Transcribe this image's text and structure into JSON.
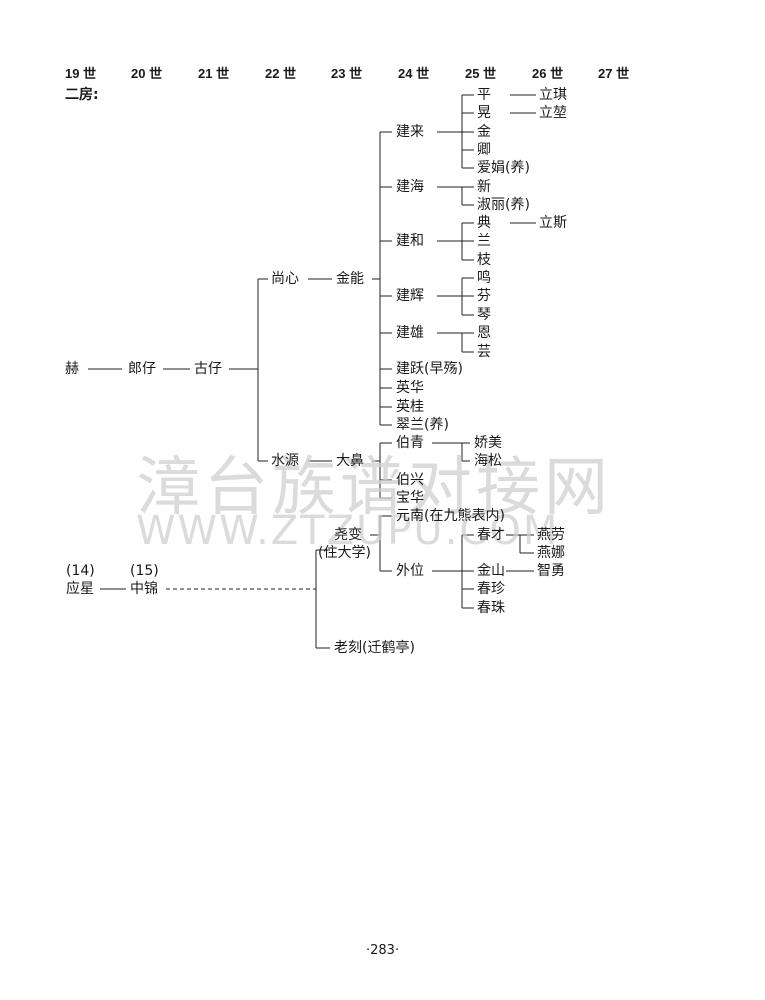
{
  "generations": [
    "19 世",
    "20 世",
    "21 世",
    "22 世",
    "23 世",
    "24 世",
    "25 世",
    "26 世",
    "27 世"
  ],
  "section_title": "二房:",
  "names": {
    "he": "赫",
    "langzai": "郎仔",
    "guzai": "古仔",
    "shangxin": "尚心",
    "shuiyuan": "水源",
    "jinneng": "金能",
    "dabi": "大鼻",
    "jianlai": "建来",
    "jianhai": "建海",
    "jianhe": "建和",
    "jianhui": "建辉",
    "jianxiong": "建雄",
    "jianyue": "建跃(早殇)",
    "yinghua": "英华",
    "yinggui": "英桂",
    "cuilan": "翠兰(养)",
    "ping": "平",
    "huang": "晃",
    "jin": "金",
    "qing": "卿",
    "aijuan": "爱娟(养)",
    "xin": "新",
    "shuli": "淑丽(养)",
    "dian": "典",
    "lan": "兰",
    "zhi": "枝",
    "ming": "鸣",
    "fen": "芬",
    "qin": "琴",
    "en": "恩",
    "yun": "芸",
    "liqi": "立琪",
    "lisu": "立堃",
    "lisi": "立斯",
    "boqing": "伯青",
    "boxing": "伯兴",
    "baohua": "宝华",
    "jiaomei": "娇美",
    "haisong": "海松",
    "gen14": "(14)",
    "gen15": "(15)",
    "yingxing": "应星",
    "zhongjin": "中锦",
    "yaobian": "尧变",
    "yaobian_note": "(住大学)",
    "laoke": "老刻(迁鹤亭)",
    "yuannan": "元南(在九熊表内)",
    "waiwei": "外位",
    "chuncai": "春才",
    "jinshan": "金山",
    "chunzhen": "春珍",
    "chunzhu": "春珠",
    "yanlao": "燕劳",
    "yanna": "燕娜",
    "zhiyong": "智勇"
  },
  "watermark": {
    "line1": "漳台族谱对接网",
    "line2": "WWW.ZTZUPU.COM"
  },
  "page_number": "·283·"
}
